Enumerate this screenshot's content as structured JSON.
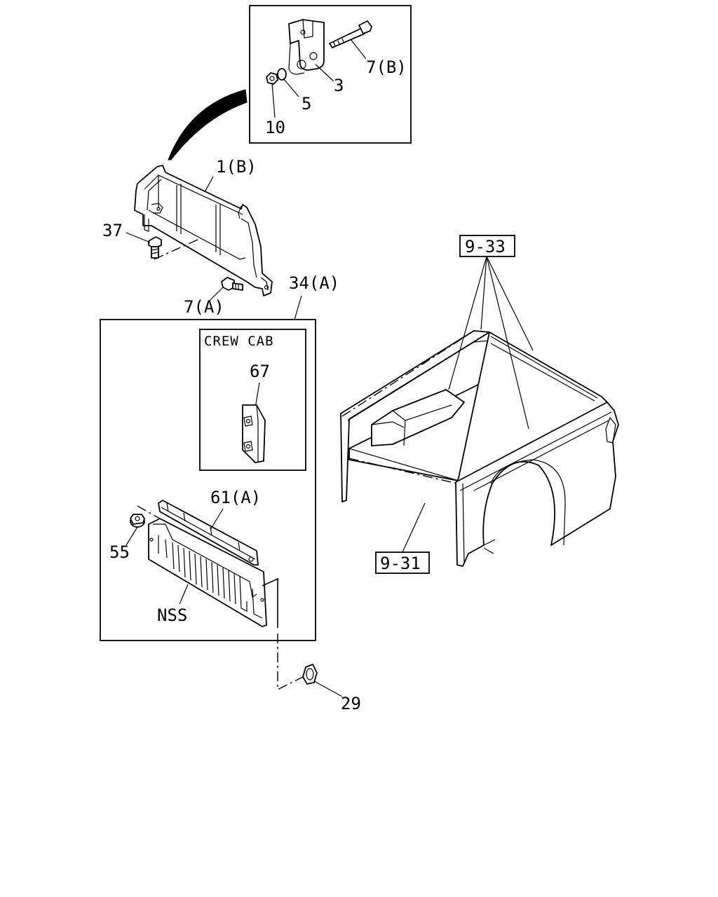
{
  "callouts": {
    "c7b": "7(B)",
    "c3": "3",
    "c5": "5",
    "c10": "10",
    "c1b": "1(B)",
    "c37": "37",
    "c7a": "7(A)",
    "c34a": "34(A)",
    "c9_33": "9-33",
    "c9_31": "9-31",
    "c67": "67",
    "c61a": "61(A)",
    "c55": "55",
    "nss": "NSS",
    "c29": "29"
  },
  "crew_cab_label": "CREW CAB"
}
